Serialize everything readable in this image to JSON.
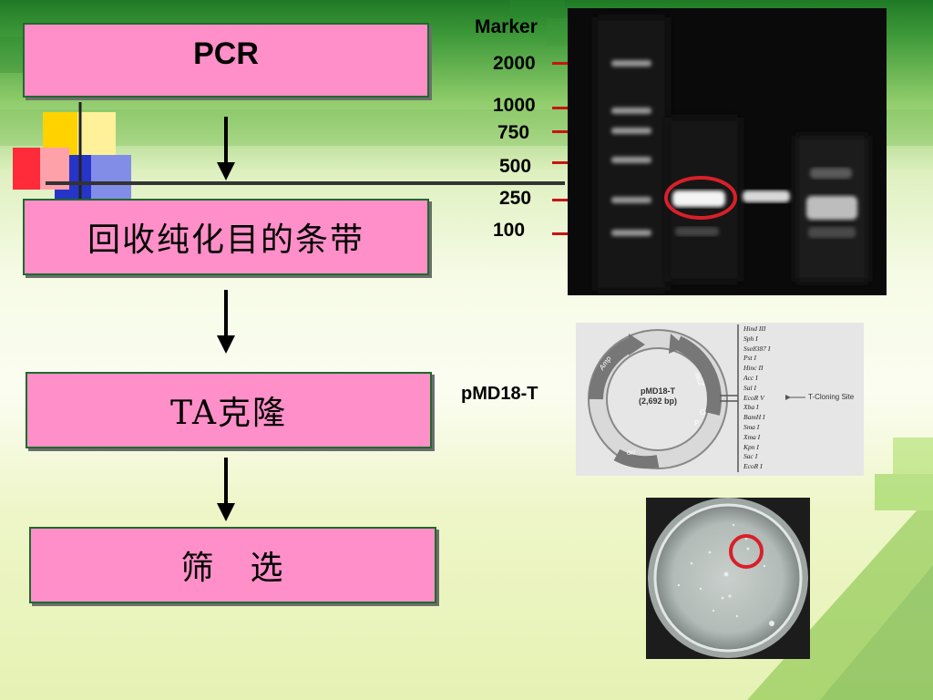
{
  "slide": {
    "steps": [
      {
        "label": "PCR"
      },
      {
        "label": "回收纯化目的条带"
      },
      {
        "label": "TA克隆"
      },
      {
        "label": "筛　选"
      }
    ]
  },
  "gel": {
    "marker_title": "Marker",
    "sizes": [
      "2000",
      "1000",
      "750",
      "500",
      "250",
      "100"
    ],
    "highlight_color": "#d8202a"
  },
  "plasmid": {
    "side_label": "pMD18-T",
    "name": "pMD18-T",
    "size": "(2,692 bp)",
    "genes": [
      "Amp",
      "lacZ",
      "ori",
      "P",
      "O"
    ],
    "sites": [
      "Hind III",
      "Sph I",
      "Sse8387 I",
      "Pst I",
      "Hinc II",
      "Acc I",
      "Sal I",
      "EcoR V",
      "Xba I",
      "BamH I",
      "Sma I",
      "Xma I",
      "Kpn I",
      "Sac I",
      "EcoR I"
    ],
    "cloning_site_label": "T-Cloning Site"
  },
  "colors": {
    "box_fill": "#ff8fc9",
    "box_border": "#1d6b2a",
    "marker_tick": "#c81414"
  }
}
